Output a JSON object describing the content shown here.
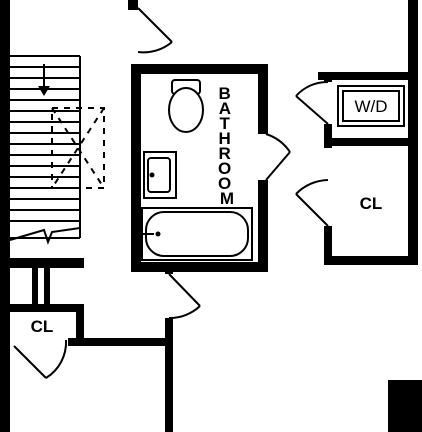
{
  "rooms": {
    "bathroom": {
      "label": "BATHROOM",
      "letters": [
        "B",
        "A",
        "T",
        "H",
        "R",
        "O",
        "O",
        "M"
      ]
    },
    "washer_dryer": {
      "label": "W/D"
    },
    "closet_right": {
      "label": "CL"
    },
    "closet_left": {
      "label": "CL"
    }
  },
  "colors": {
    "wall": "#000000",
    "background": "#ffffff"
  }
}
